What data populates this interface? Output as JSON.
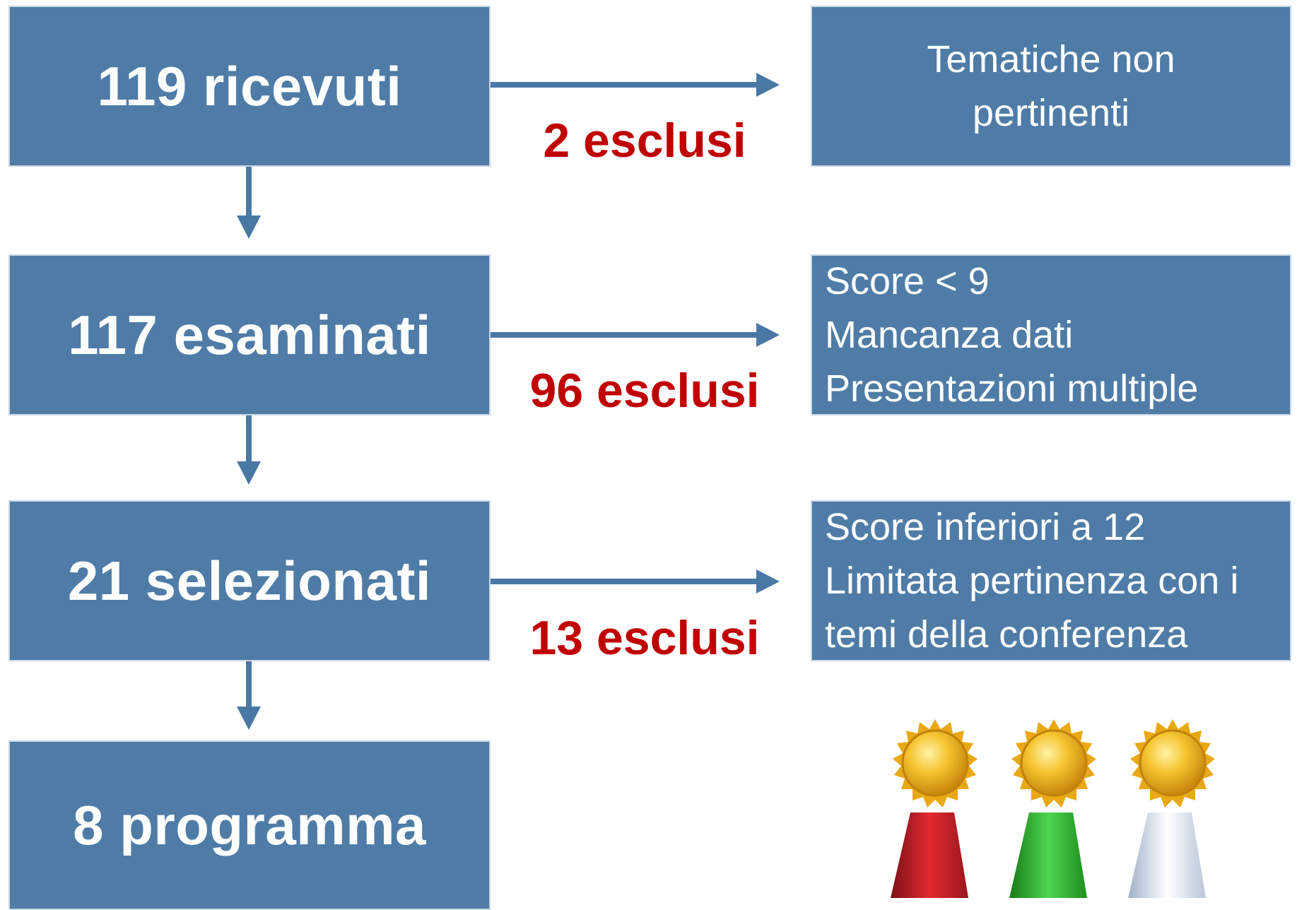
{
  "stages": [
    {
      "label": "119 ricevuti"
    },
    {
      "label": "117 esaminati"
    },
    {
      "label": "21 selezionati"
    },
    {
      "label": "8 programma"
    }
  ],
  "exclusions": [
    {
      "count_label": "2 esclusi",
      "reasons": [
        "Tematiche non pertinenti"
      ]
    },
    {
      "count_label": "96 esclusi",
      "reasons": [
        "Score < 9",
        "Mancanza dati",
        "Presentazioni multiple"
      ]
    },
    {
      "count_label": "13 esclusi",
      "reasons": [
        "Score inferiori a 12",
        "Limitata pertinenza con i",
        "temi della conferenza"
      ]
    }
  ],
  "colors": {
    "box_fill": "#4f7ca7",
    "arrow": "#4a78a5",
    "excluded_text": "#c00000",
    "ribbons": [
      "#c8202a",
      "#2bb32b",
      "#d8e2ee"
    ],
    "medal_gold": "#f2b21a"
  },
  "icons": [
    "award-rosette-red-icon",
    "award-rosette-green-icon",
    "award-rosette-silver-icon"
  ]
}
